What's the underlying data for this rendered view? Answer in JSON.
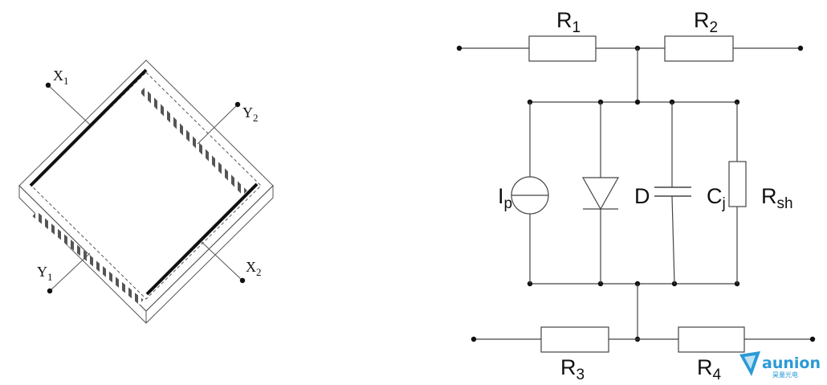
{
  "sensor": {
    "x1": {
      "main": "X",
      "sub": "1"
    },
    "x2": {
      "main": "X",
      "sub": "2"
    },
    "y1": {
      "main": "Y",
      "sub": "1"
    },
    "y2": {
      "main": "Y",
      "sub": "2"
    }
  },
  "circuit": {
    "r1": {
      "main": "R",
      "sub": "1"
    },
    "r2": {
      "main": "R",
      "sub": "2"
    },
    "r3": {
      "main": "R",
      "sub": "3"
    },
    "r4": {
      "main": "R",
      "sub": "4"
    },
    "ip": {
      "main": "I",
      "sub": "p"
    },
    "d": {
      "main": "D"
    },
    "cj": {
      "main": "C",
      "sub": "j"
    },
    "rsh": {
      "main": "R",
      "sub": "sh"
    }
  },
  "logo": {
    "name": "aunion",
    "tagline": "昊量光电",
    "color": "#2a9ad6"
  }
}
